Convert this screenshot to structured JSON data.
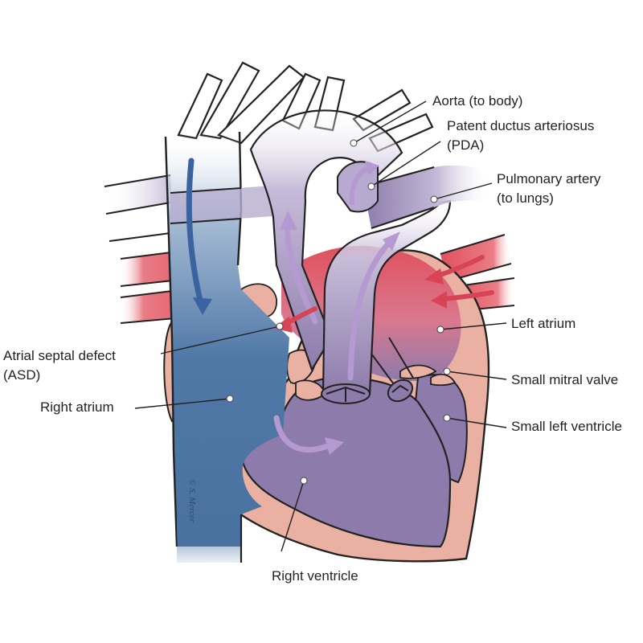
{
  "labels": {
    "aorta": "Aorta (to body)",
    "pda_line1": "Patent ductus arteriosus",
    "pda_line2": "(PDA)",
    "pa_line1": "Pulmonary artery",
    "pa_line2": "(to lungs)",
    "left_atrium": "Left atrium",
    "asd_line1": "Atrial septal defect",
    "asd_line2": "(ASD)",
    "small_mitral_valve": "Small mitral valve",
    "right_atrium": "Right atrium",
    "small_left_ventricle": "Small left ventricle",
    "right_ventricle": "Right ventricle"
  },
  "signature": "© S. Mercer",
  "colors": {
    "heart_wall": "#eab1a3",
    "heart_wall_edge": "#c98a7c",
    "deoxygenated_blue": "#4f78a6",
    "oxygenated_red": "#e0515e",
    "mixed_purple": "#8d7bab",
    "purple_arrow": "#b49ad0"
  }
}
